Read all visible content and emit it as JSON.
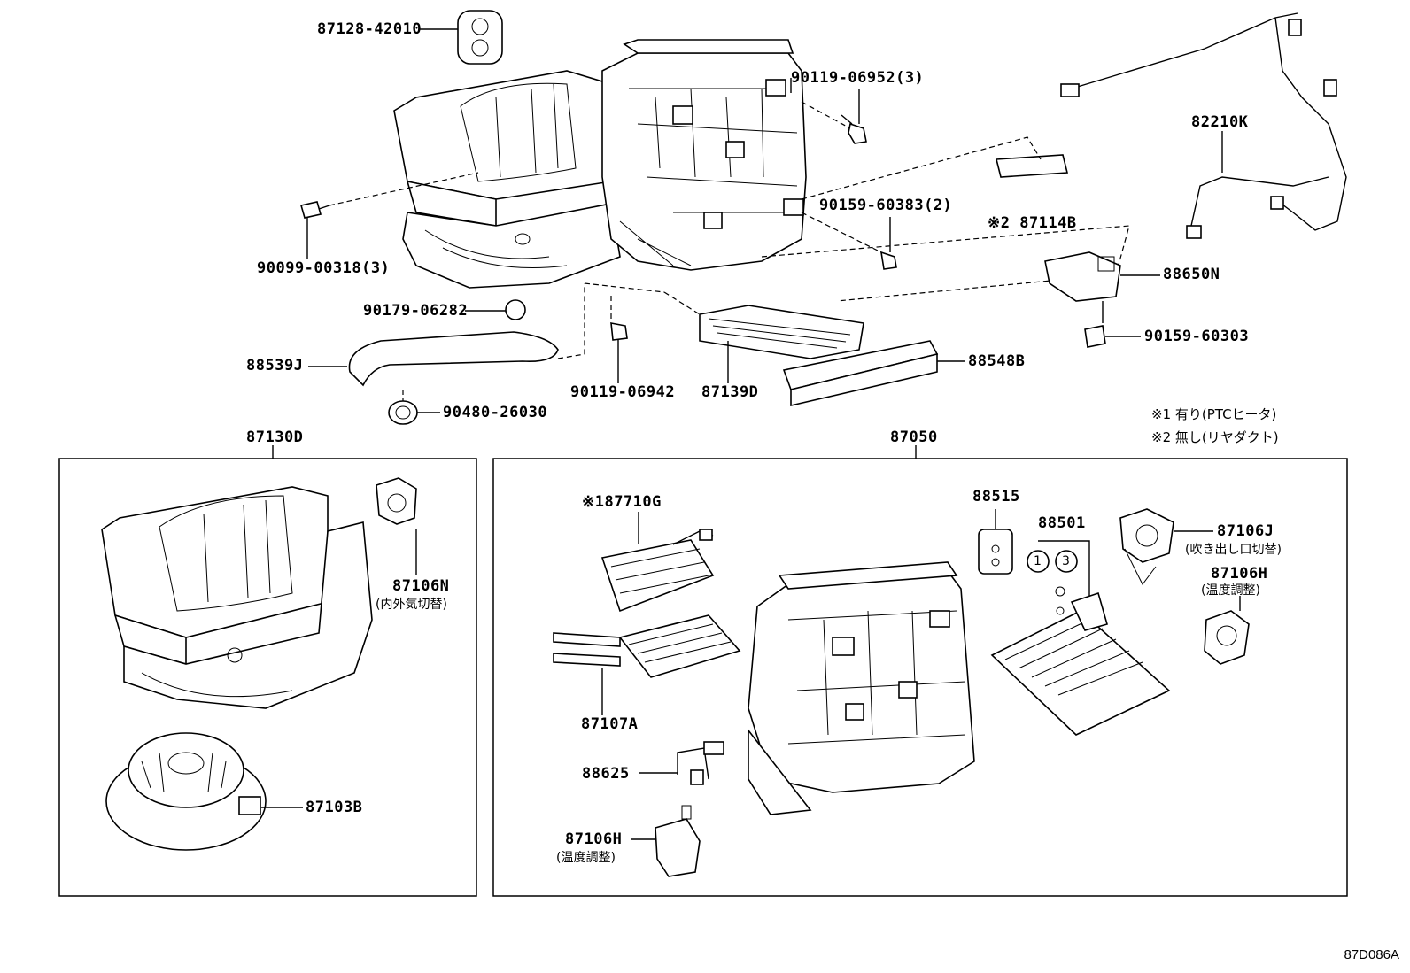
{
  "diagram_ref": "87D086A",
  "notes": [
    {
      "mark": "※1",
      "text": "有り(PTCヒータ)"
    },
    {
      "mark": "※2",
      "text": "無し(リヤダクト)"
    }
  ],
  "assemblies": {
    "left": "87130D",
    "right": "87050"
  },
  "labels": {
    "p87128": "87128-42010",
    "p90119a": "90119-06952(3)",
    "p82210": "82210K",
    "p87114": "※2 87114B",
    "p90159a": "90159-60383(2)",
    "p88650": "88650N",
    "p90099": "90099-00318(3)",
    "p90179": "90179-06282",
    "p90159b": "90159-60303",
    "p88539": "88539J",
    "p88548": "88548B",
    "p90119b": "90119-06942",
    "p87139": "87139D",
    "p90480": "90480-26030",
    "p87106n": "87106N",
    "p87106n_sub": "(内外気切替)",
    "p87103": "87103B",
    "p87710": "※187710G",
    "p88515": "88515",
    "p88501": "88501",
    "p88501_c1": "1",
    "p88501_c3": "3",
    "p87106j": "87106J",
    "p87106j_sub": "(吹き出し口切替)",
    "p87106h_r": "87106H",
    "p87106h_r_sub": "(温度調整)",
    "p87107": "87107A",
    "p88625": "88625",
    "p87106h_l": "87106H",
    "p87106h_l_sub": "(温度調整)"
  }
}
